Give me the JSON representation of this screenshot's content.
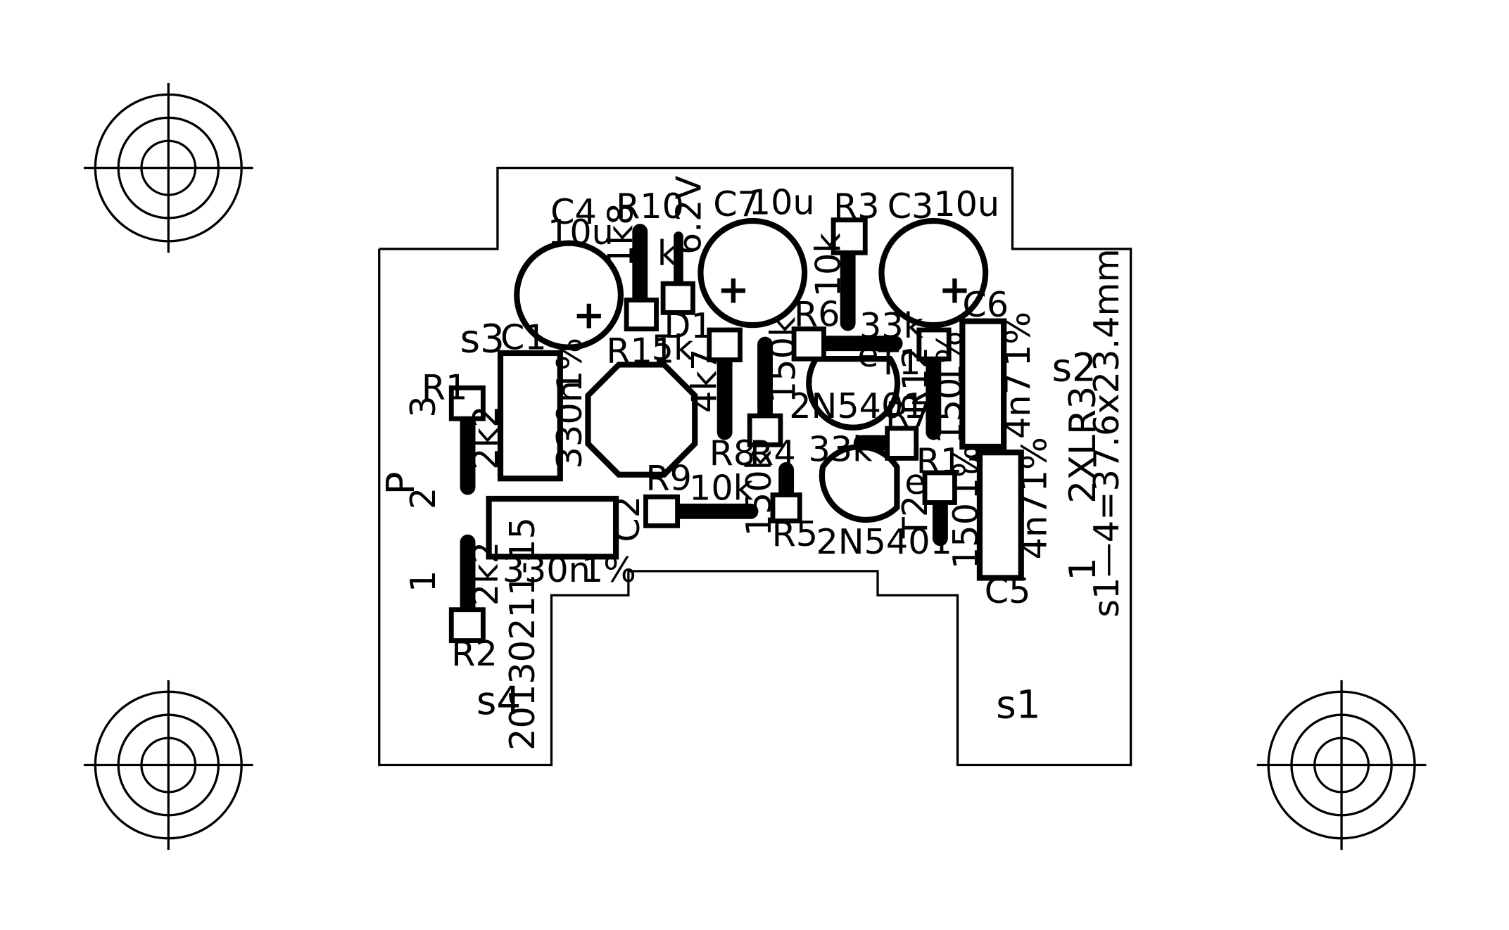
{
  "board": {
    "date_code": "20130211-15",
    "dimension_note": "s1—4=37.6x23.4mm",
    "connector": "2XLR3",
    "connector_pins": {
      "p1": "1",
      "p2": "2",
      "p3": "3",
      "p_label": "P"
    },
    "corner_labels": {
      "s1": "s1",
      "s2": "s2",
      "s3": "s3",
      "s4": "s4"
    }
  },
  "components": {
    "C1": {
      "ref": "C1",
      "value": "330n",
      "tol": "1%"
    },
    "C2": {
      "ref": "C2",
      "value": "330n",
      "tol": "1%"
    },
    "C3": {
      "ref": "C3",
      "value": "10u",
      "polarity": "+"
    },
    "C4": {
      "ref": "C4",
      "value": "10u",
      "polarity": "+"
    },
    "C5": {
      "ref": "C5",
      "value": "4n7",
      "tol": "1%"
    },
    "C6": {
      "ref": "C6",
      "value": "4n7",
      "tol": "1%"
    },
    "C7": {
      "ref": "C7",
      "value": "10u",
      "polarity": "+"
    },
    "D1": {
      "ref": "D1",
      "value": "6.2V",
      "cathode": "k"
    },
    "R1": {
      "ref": "R1",
      "value": "2k2"
    },
    "R2": {
      "ref": "R2",
      "value": "2k2"
    },
    "R3": {
      "ref": "R3",
      "value": "10k"
    },
    "R4": {
      "ref": "R4",
      "value": "150k"
    },
    "R5": {
      "ref": "R5",
      "value": "150k"
    },
    "R6": {
      "ref": "R6",
      "value": "33k"
    },
    "R7": {
      "ref": "R7",
      "value": "33k"
    },
    "R8": {
      "ref": "R8",
      "value": "4k7"
    },
    "R9": {
      "ref": "R9",
      "value": "10k"
    },
    "R10": {
      "ref": "R10",
      "value": "1k8"
    },
    "R11": {
      "ref": "R11",
      "value": "5k"
    },
    "R12": {
      "ref": "R12",
      "value": "150",
      "tol": "1%"
    },
    "R13": {
      "ref": "R13",
      "value": "150",
      "tol": "1%"
    },
    "T1": {
      "ref": "T1",
      "part": "2N5401",
      "emitter": "e"
    },
    "T2": {
      "ref": "T2",
      "part": "2N5401",
      "emitter": "e"
    }
  }
}
